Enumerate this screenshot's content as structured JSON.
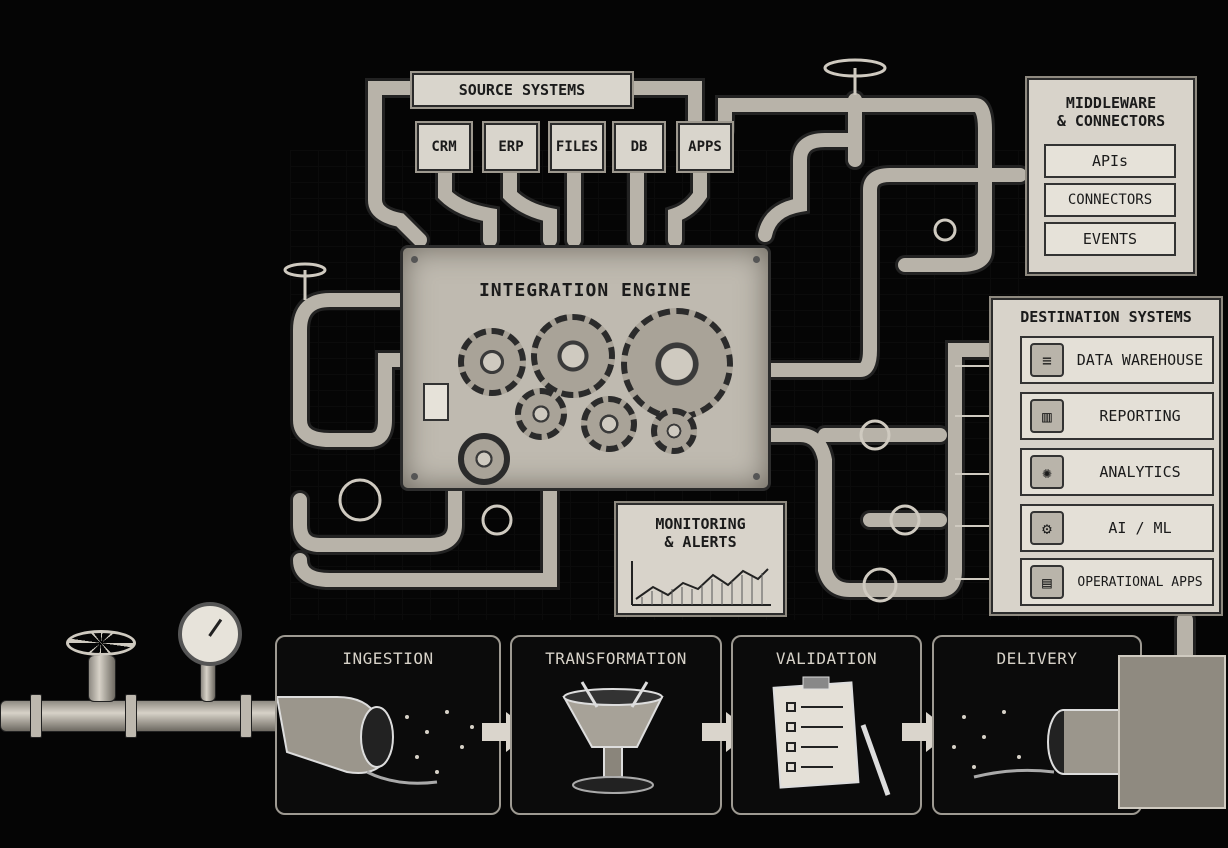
{
  "source": {
    "title": "SOURCE SYSTEMS",
    "items": [
      "CRM",
      "ERP",
      "FILES",
      "DB",
      "APPS"
    ]
  },
  "engine": {
    "title": "INTEGRATION ENGINE"
  },
  "middleware": {
    "title_line1": "MIDDLEWARE",
    "title_line2": "& CONNECTORS",
    "items": [
      "APIs",
      "CONNECTORS",
      "EVENTS"
    ]
  },
  "destination": {
    "title": "DESTINATION SYSTEMS",
    "items": [
      {
        "label": "DATA WAREHOUSE",
        "icon": "database-icon"
      },
      {
        "label": "REPORTING",
        "icon": "reporting-icon"
      },
      {
        "label": "ANALYTICS",
        "icon": "analytics-icon"
      },
      {
        "label": "AI / ML",
        "icon": "gear-icon"
      },
      {
        "label": "OPERATIONAL APPS",
        "icon": "apps-icon"
      }
    ]
  },
  "monitoring": {
    "line1": "MONITORING",
    "line2": "& ALERTS"
  },
  "stages": [
    "INGESTION",
    "TRANSFORMATION",
    "VALIDATION",
    "DELIVERY"
  ],
  "colors": {
    "background": "#050505",
    "panel": "#d9d5cc",
    "line": "#2a2a2a"
  }
}
